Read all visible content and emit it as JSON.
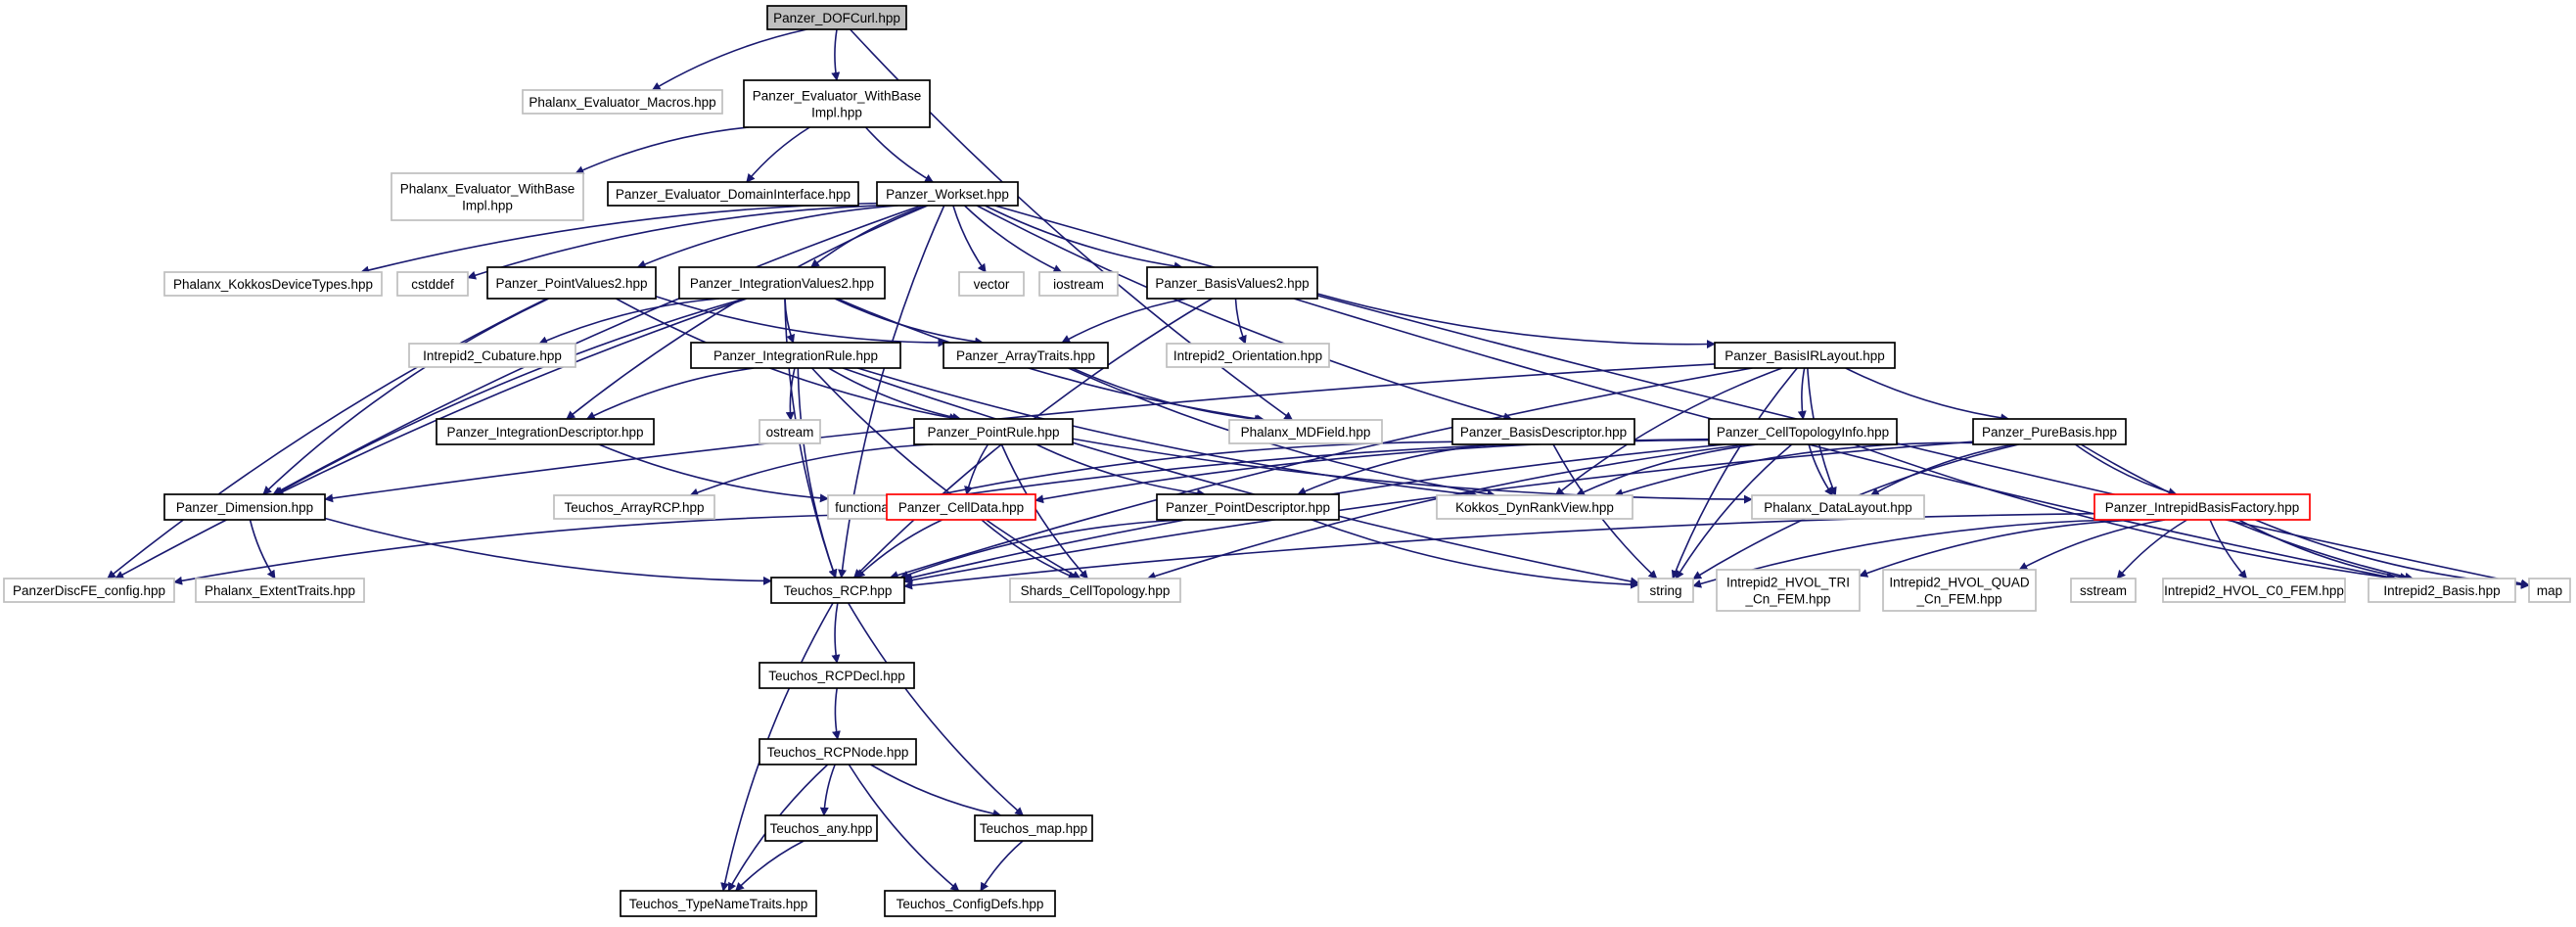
{
  "colors": {
    "edge": "#191970",
    "root_fill": "#bfbfbf",
    "link_border": "#000000",
    "external_border": "#bfbfbf",
    "truncated_border": "#ff0000"
  },
  "nodes": {
    "dofcurl": {
      "lines": [
        "Panzer_DOFCurl.hpp"
      ],
      "kind": "root"
    },
    "phx_macros": {
      "lines": [
        "Phalanx_Evaluator_Macros.hpp"
      ],
      "kind": "external"
    },
    "evb_impl": {
      "lines": [
        "Panzer_Evaluator_WithBase",
        "Impl.hpp"
      ],
      "kind": "documented"
    },
    "phx_evb_impl": {
      "lines": [
        "Phalanx_Evaluator_WithBase",
        "Impl.hpp"
      ],
      "kind": "external"
    },
    "domain_iface": {
      "lines": [
        "Panzer_Evaluator_DomainInterface.hpp"
      ],
      "kind": "documented"
    },
    "workset": {
      "lines": [
        "Panzer_Workset.hpp"
      ],
      "kind": "documented"
    },
    "kokkos_dev": {
      "lines": [
        "Phalanx_KokkosDeviceTypes.hpp"
      ],
      "kind": "external"
    },
    "cstddef": {
      "lines": [
        "cstddef"
      ],
      "kind": "external"
    },
    "pointvalues2": {
      "lines": [
        "Panzer_PointValues2.hpp"
      ],
      "kind": "documented"
    },
    "intvalues2": {
      "lines": [
        "Panzer_IntegrationValues2.hpp"
      ],
      "kind": "documented"
    },
    "vector": {
      "lines": [
        "vector"
      ],
      "kind": "external"
    },
    "iostream": {
      "lines": [
        "iostream"
      ],
      "kind": "external"
    },
    "basisvalues2": {
      "lines": [
        "Panzer_BasisValues2.hpp"
      ],
      "kind": "documented"
    },
    "cubature": {
      "lines": [
        "Intrepid2_Cubature.hpp"
      ],
      "kind": "external"
    },
    "intrule": {
      "lines": [
        "Panzer_IntegrationRule.hpp"
      ],
      "kind": "documented"
    },
    "arraytraits": {
      "lines": [
        "Panzer_ArrayTraits.hpp"
      ],
      "kind": "documented"
    },
    "orientation": {
      "lines": [
        "Intrepid2_Orientation.hpp"
      ],
      "kind": "external"
    },
    "basisirlayout": {
      "lines": [
        "Panzer_BasisIRLayout.hpp"
      ],
      "kind": "documented"
    },
    "intdescriptor": {
      "lines": [
        "Panzer_IntegrationDescriptor.hpp"
      ],
      "kind": "documented"
    },
    "ostream": {
      "lines": [
        "ostream"
      ],
      "kind": "external"
    },
    "pointrule": {
      "lines": [
        "Panzer_PointRule.hpp"
      ],
      "kind": "documented"
    },
    "mdfield": {
      "lines": [
        "Phalanx_MDField.hpp"
      ],
      "kind": "external"
    },
    "basisdescriptor": {
      "lines": [
        "Panzer_BasisDescriptor.hpp"
      ],
      "kind": "documented"
    },
    "celltopoinfo": {
      "lines": [
        "Panzer_CellTopologyInfo.hpp"
      ],
      "kind": "documented"
    },
    "purebasis": {
      "lines": [
        "Panzer_PureBasis.hpp"
      ],
      "kind": "documented"
    },
    "dimension": {
      "lines": [
        "Panzer_Dimension.hpp"
      ],
      "kind": "documented"
    },
    "teuchos_arrayrcp": {
      "lines": [
        "Teuchos_ArrayRCP.hpp"
      ],
      "kind": "external"
    },
    "functional": {
      "lines": [
        "functional"
      ],
      "kind": "external"
    },
    "celldata": {
      "lines": [
        "Panzer_CellData.hpp"
      ],
      "kind": "truncated"
    },
    "pointdescriptor": {
      "lines": [
        "Panzer_PointDescriptor.hpp"
      ],
      "kind": "documented"
    },
    "dynrankview": {
      "lines": [
        "Kokkos_DynRankView.hpp"
      ],
      "kind": "external"
    },
    "datalayout": {
      "lines": [
        "Phalanx_DataLayout.hpp"
      ],
      "kind": "external"
    },
    "basisfactory": {
      "lines": [
        "Panzer_IntrepidBasisFactory.hpp"
      ],
      "kind": "truncated"
    },
    "discfe_config": {
      "lines": [
        "PanzerDiscFE_config.hpp"
      ],
      "kind": "external"
    },
    "extenttraits": {
      "lines": [
        "Phalanx_ExtentTraits.hpp"
      ],
      "kind": "external"
    },
    "teuchos_rcp": {
      "lines": [
        "Teuchos_RCP.hpp"
      ],
      "kind": "documented"
    },
    "shards_celltopo": {
      "lines": [
        "Shards_CellTopology.hpp"
      ],
      "kind": "external"
    },
    "string": {
      "lines": [
        "string"
      ],
      "kind": "external"
    },
    "hvol_tri": {
      "lines": [
        "Intrepid2_HVOL_TRI",
        "_Cn_FEM.hpp"
      ],
      "kind": "external"
    },
    "hvol_quad": {
      "lines": [
        "Intrepid2_HVOL_QUAD",
        "_Cn_FEM.hpp"
      ],
      "kind": "external"
    },
    "sstream": {
      "lines": [
        "sstream"
      ],
      "kind": "external"
    },
    "hvol_c0": {
      "lines": [
        "Intrepid2_HVOL_C0_FEM.hpp"
      ],
      "kind": "external"
    },
    "intrepid2_basis": {
      "lines": [
        "Intrepid2_Basis.hpp"
      ],
      "kind": "external"
    },
    "map": {
      "lines": [
        "map"
      ],
      "kind": "external"
    },
    "rcpdecl": {
      "lines": [
        "Teuchos_RCPDecl.hpp"
      ],
      "kind": "documented"
    },
    "rcpnode": {
      "lines": [
        "Teuchos_RCPNode.hpp"
      ],
      "kind": "documented"
    },
    "teuchos_any": {
      "lines": [
        "Teuchos_any.hpp"
      ],
      "kind": "documented"
    },
    "teuchos_map": {
      "lines": [
        "Teuchos_map.hpp"
      ],
      "kind": "documented"
    },
    "typenametraits": {
      "lines": [
        "Teuchos_TypeNameTraits.hpp"
      ],
      "kind": "documented"
    },
    "configdefs": {
      "lines": [
        "Teuchos_ConfigDefs.hpp"
      ],
      "kind": "documented"
    }
  },
  "edges": [
    [
      "dofcurl",
      "phx_macros"
    ],
    [
      "dofcurl",
      "evb_impl"
    ],
    [
      "dofcurl",
      "mdfield"
    ],
    [
      "evb_impl",
      "phx_evb_impl"
    ],
    [
      "evb_impl",
      "domain_iface"
    ],
    [
      "evb_impl",
      "workset"
    ],
    [
      "workset",
      "kokkos_dev"
    ],
    [
      "workset",
      "cstddef"
    ],
    [
      "workset",
      "pointvalues2"
    ],
    [
      "workset",
      "intvalues2"
    ],
    [
      "workset",
      "vector"
    ],
    [
      "workset",
      "iostream"
    ],
    [
      "workset",
      "basisvalues2"
    ],
    [
      "workset",
      "dimension"
    ],
    [
      "workset",
      "intdescriptor"
    ],
    [
      "workset",
      "basisdescriptor"
    ],
    [
      "workset",
      "teuchos_rcp"
    ],
    [
      "workset",
      "map"
    ],
    [
      "pointvalues2",
      "pointrule"
    ],
    [
      "pointvalues2",
      "arraytraits"
    ],
    [
      "pointvalues2",
      "dimension"
    ],
    [
      "pointvalues2",
      "discfe_config"
    ],
    [
      "intvalues2",
      "cubature"
    ],
    [
      "intvalues2",
      "intrule"
    ],
    [
      "intvalues2",
      "arraytraits"
    ],
    [
      "intvalues2",
      "dimension"
    ],
    [
      "intvalues2",
      "discfe_config"
    ],
    [
      "intvalues2",
      "teuchos_rcp"
    ],
    [
      "intvalues2",
      "mdfield"
    ],
    [
      "basisvalues2",
      "orientation"
    ],
    [
      "basisvalues2",
      "basisirlayout"
    ],
    [
      "basisvalues2",
      "arraytraits"
    ],
    [
      "basisvalues2",
      "intrepid2_basis"
    ],
    [
      "basisvalues2",
      "teuchos_rcp"
    ],
    [
      "intrule",
      "intdescriptor"
    ],
    [
      "intrule",
      "ostream"
    ],
    [
      "intrule",
      "pointrule"
    ],
    [
      "intrule",
      "teuchos_rcp"
    ],
    [
      "intrule",
      "string"
    ],
    [
      "intrule",
      "dynrankview"
    ],
    [
      "intrule",
      "shards_celltopo"
    ],
    [
      "arraytraits",
      "mdfield"
    ],
    [
      "arraytraits",
      "dynrankview"
    ],
    [
      "basisirlayout",
      "celltopoinfo"
    ],
    [
      "basisirlayout",
      "purebasis"
    ],
    [
      "basisirlayout",
      "dimension"
    ],
    [
      "basisirlayout",
      "teuchos_rcp"
    ],
    [
      "basisirlayout",
      "dynrankview"
    ],
    [
      "basisirlayout",
      "datalayout"
    ],
    [
      "basisirlayout",
      "string"
    ],
    [
      "intdescriptor",
      "functional"
    ],
    [
      "pointrule",
      "teuchos_arrayrcp"
    ],
    [
      "pointrule",
      "celldata"
    ],
    [
      "pointrule",
      "pointdescriptor"
    ],
    [
      "pointrule",
      "shards_celltopo"
    ],
    [
      "pointrule",
      "datalayout"
    ],
    [
      "basisdescriptor",
      "functional"
    ],
    [
      "basisdescriptor",
      "pointdescriptor"
    ],
    [
      "basisdescriptor",
      "string"
    ],
    [
      "celltopoinfo",
      "celldata"
    ],
    [
      "celltopoinfo",
      "dynrankview"
    ],
    [
      "celltopoinfo",
      "datalayout"
    ],
    [
      "celltopoinfo",
      "string"
    ],
    [
      "celltopoinfo",
      "teuchos_rcp"
    ],
    [
      "celltopoinfo",
      "shards_celltopo"
    ],
    [
      "celltopoinfo",
      "intrepid2_basis"
    ],
    [
      "celltopoinfo",
      "functional"
    ],
    [
      "purebasis",
      "basisfactory"
    ],
    [
      "purebasis",
      "dynrankview"
    ],
    [
      "purebasis",
      "datalayout"
    ],
    [
      "purebasis",
      "string"
    ],
    [
      "purebasis",
      "teuchos_rcp"
    ],
    [
      "purebasis",
      "intrepid2_basis"
    ],
    [
      "dimension",
      "extenttraits"
    ],
    [
      "dimension",
      "teuchos_rcp"
    ],
    [
      "celldata",
      "teuchos_rcp"
    ],
    [
      "celldata",
      "shards_celltopo"
    ],
    [
      "celldata",
      "discfe_config"
    ],
    [
      "pointdescriptor",
      "teuchos_rcp"
    ],
    [
      "pointdescriptor",
      "string"
    ],
    [
      "basisfactory",
      "teuchos_rcp"
    ],
    [
      "basisfactory",
      "string"
    ],
    [
      "basisfactory",
      "hvol_tri"
    ],
    [
      "basisfactory",
      "hvol_quad"
    ],
    [
      "basisfactory",
      "sstream"
    ],
    [
      "basisfactory",
      "hvol_c0"
    ],
    [
      "basisfactory",
      "intrepid2_basis"
    ],
    [
      "basisfactory",
      "map"
    ],
    [
      "teuchos_rcp",
      "rcpdecl"
    ],
    [
      "teuchos_rcp",
      "teuchos_map"
    ],
    [
      "teuchos_rcp",
      "typenametraits"
    ],
    [
      "rcpdecl",
      "rcpnode"
    ],
    [
      "rcpnode",
      "teuchos_any"
    ],
    [
      "rcpnode",
      "teuchos_map"
    ],
    [
      "rcpnode",
      "typenametraits"
    ],
    [
      "rcpnode",
      "configdefs"
    ],
    [
      "teuchos_any",
      "typenametraits"
    ],
    [
      "teuchos_map",
      "configdefs"
    ]
  ]
}
